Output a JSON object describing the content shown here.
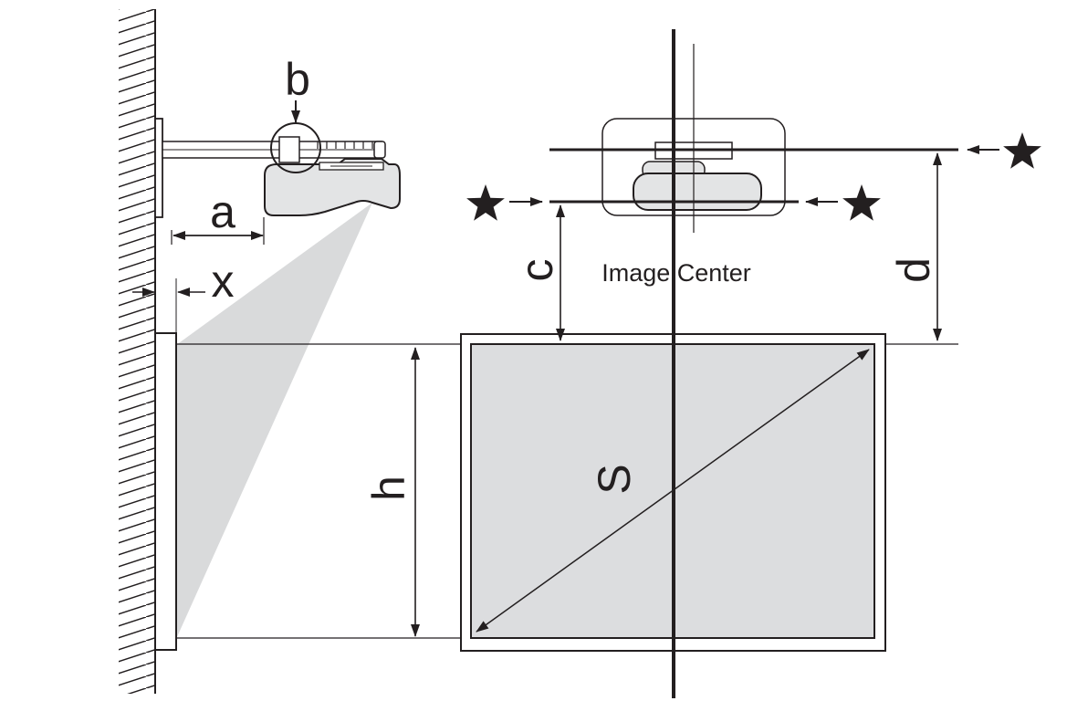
{
  "labels": {
    "a": "a",
    "b": "b",
    "x": "x",
    "c": "c",
    "d": "d",
    "h": "h",
    "s": "S",
    "image_center": "Image Center"
  },
  "colors": {
    "line": "#231f20",
    "beam": "#d9dadb",
    "screen_fill": "#dcdddf",
    "projector_fill": "#e3e4e5",
    "background": "#ffffff"
  },
  "icons": [
    "star-marker-icon",
    "arrow-icon"
  ]
}
